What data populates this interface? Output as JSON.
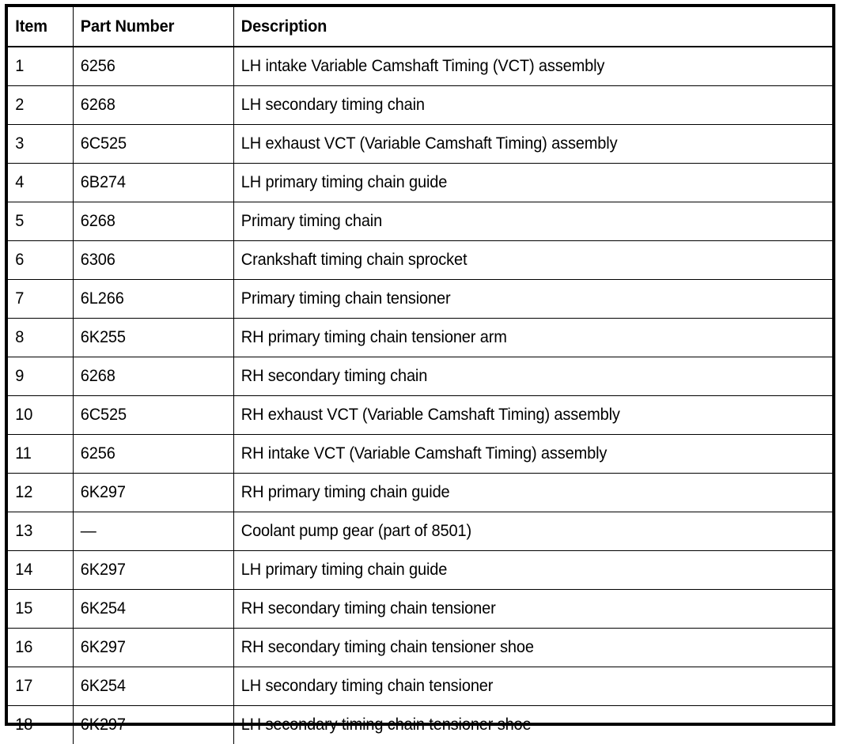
{
  "table": {
    "columns": [
      "Item",
      "Part Number",
      "Description"
    ],
    "rows": [
      {
        "item": "1",
        "part": "6256",
        "description": "LH intake Variable Camshaft Timing (VCT) assembly"
      },
      {
        "item": "2",
        "part": "6268",
        "description": "LH secondary timing chain"
      },
      {
        "item": "3",
        "part": "6C525",
        "description": "LH exhaust VCT (Variable Camshaft Timing) assembly"
      },
      {
        "item": "4",
        "part": "6B274",
        "description": "LH primary timing chain guide"
      },
      {
        "item": "5",
        "part": "6268",
        "description": "Primary timing chain"
      },
      {
        "item": "6",
        "part": "6306",
        "description": "Crankshaft timing chain sprocket"
      },
      {
        "item": "7",
        "part": "6L266",
        "description": "Primary timing chain tensioner"
      },
      {
        "item": "8",
        "part": "6K255",
        "description": "RH primary timing chain tensioner arm"
      },
      {
        "item": "9",
        "part": "6268",
        "description": "RH secondary timing chain"
      },
      {
        "item": "10",
        "part": "6C525",
        "description": "RH exhaust VCT (Variable Camshaft Timing) assembly"
      },
      {
        "item": "11",
        "part": "6256",
        "description": "RH intake VCT (Variable Camshaft Timing) assembly"
      },
      {
        "item": "12",
        "part": "6K297",
        "description": "RH primary timing chain guide"
      },
      {
        "item": "13",
        "part": "—",
        "description": "Coolant pump gear (part of 8501)"
      },
      {
        "item": "14",
        "part": "6K297",
        "description": "LH primary timing chain guide"
      },
      {
        "item": "15",
        "part": "6K254",
        "description": "RH secondary timing chain tensioner"
      },
      {
        "item": "16",
        "part": "6K297",
        "description": "RH secondary timing chain tensioner shoe"
      },
      {
        "item": "17",
        "part": "6K254",
        "description": "LH secondary timing chain tensioner"
      },
      {
        "item": "18",
        "part": "6K297",
        "description": "LH secondary timing chain tensioner shoe"
      }
    ]
  },
  "colors": {
    "text": "#000000",
    "border": "#000000",
    "background": "#ffffff"
  }
}
